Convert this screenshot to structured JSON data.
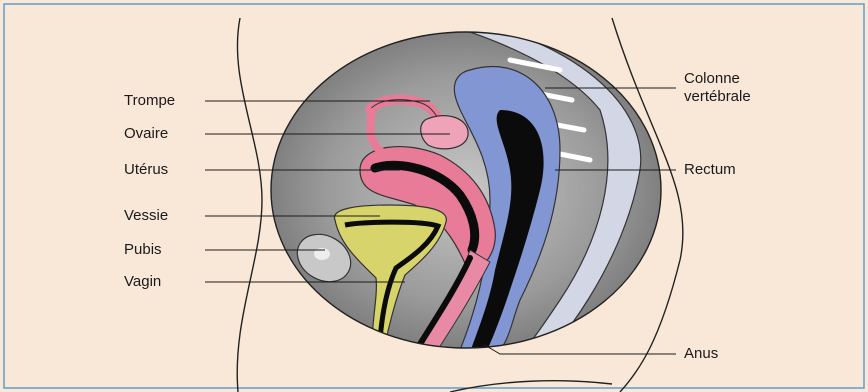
{
  "labels": {
    "trompe": "Trompe",
    "ovaire": "Ovaire",
    "uterus": "Utérus",
    "vessie": "Vessie",
    "pubis": "Pubis",
    "vagin": "Vagin",
    "colonne": "Colonne\nvertébrale",
    "rectum": "Rectum",
    "anus": "Anus"
  },
  "colors": {
    "background": "#f9e8d8",
    "frame": "#5aa0cc",
    "circle_bg": "#8d8d8d",
    "uterus_pink": "#e87b98",
    "bladder_yellow": "#d6d46a",
    "rectum_blue": "#7f92d0",
    "spine_light": "#cfd3e4",
    "cavity_black": "#0b0b0b"
  }
}
